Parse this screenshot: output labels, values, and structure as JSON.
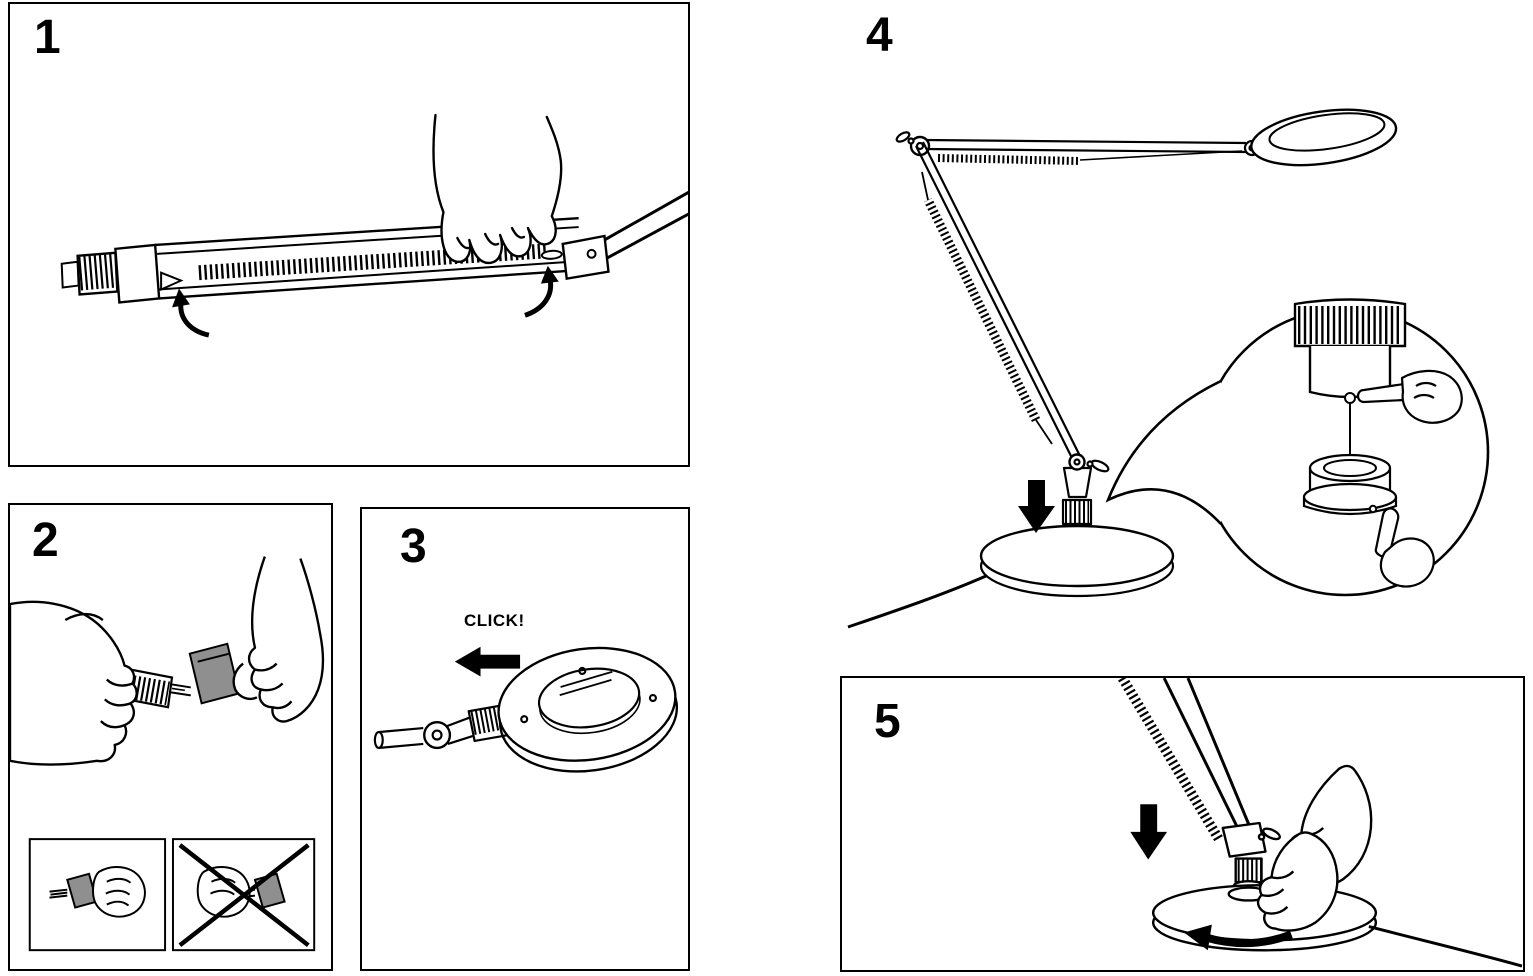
{
  "page": {
    "background": "#ffffff",
    "line_color": "#000000",
    "shade_gray": "#8f8f8f"
  },
  "steps": [
    {
      "number": "1"
    },
    {
      "number": "2"
    },
    {
      "number": "3",
      "callout": "CLICK!"
    },
    {
      "number": "4"
    },
    {
      "number": "5"
    }
  ],
  "icons": {
    "rotate_arrow": "↶",
    "down_arrow": "▼",
    "left_arrow": "◀",
    "turn_arrow": "↺",
    "cross": "✕"
  }
}
